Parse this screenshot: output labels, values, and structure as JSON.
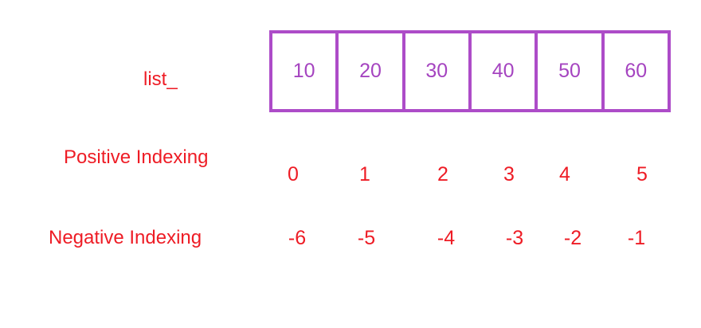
{
  "labels": {
    "list_name": "list_",
    "positive": "Positive Indexing",
    "negative": "Negative Indexing"
  },
  "cells": [
    "10",
    "20",
    "30",
    "40",
    "50",
    "60"
  ],
  "positive_indices": [
    "0",
    "1",
    "2",
    "3",
    "4",
    "5"
  ],
  "negative_indices": [
    "-6",
    "-5",
    "-4",
    "-3",
    "-2",
    "-1"
  ],
  "colors": {
    "label_red": "#ee1c25",
    "box_purple": "#ad4cc8",
    "value_purple": "#a544c0"
  }
}
